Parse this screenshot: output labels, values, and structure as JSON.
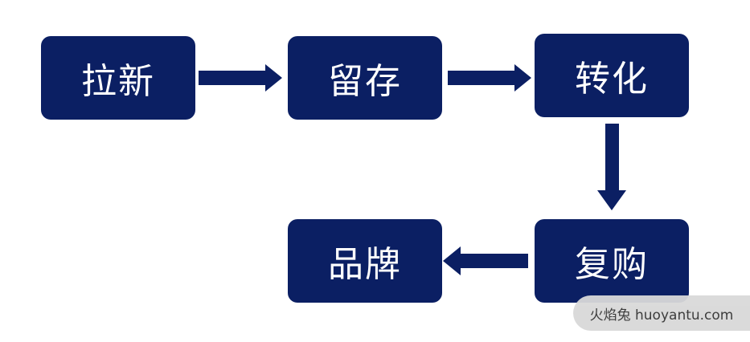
{
  "diagram": {
    "nodes": [
      "拉新",
      "留存",
      "转化",
      "复购",
      "品牌"
    ],
    "flow": [
      "拉新 → 留存",
      "留存 → 转化",
      "转化 → 复购",
      "复购 → 品牌"
    ]
  },
  "colors": {
    "node_fill": "#0b1f63",
    "node_text": "#ffffff",
    "arrow": "#0b1f63",
    "watermark_bg": "#d9d9d9"
  },
  "watermark": {
    "text": "火焰兔 huoyantu.com"
  }
}
